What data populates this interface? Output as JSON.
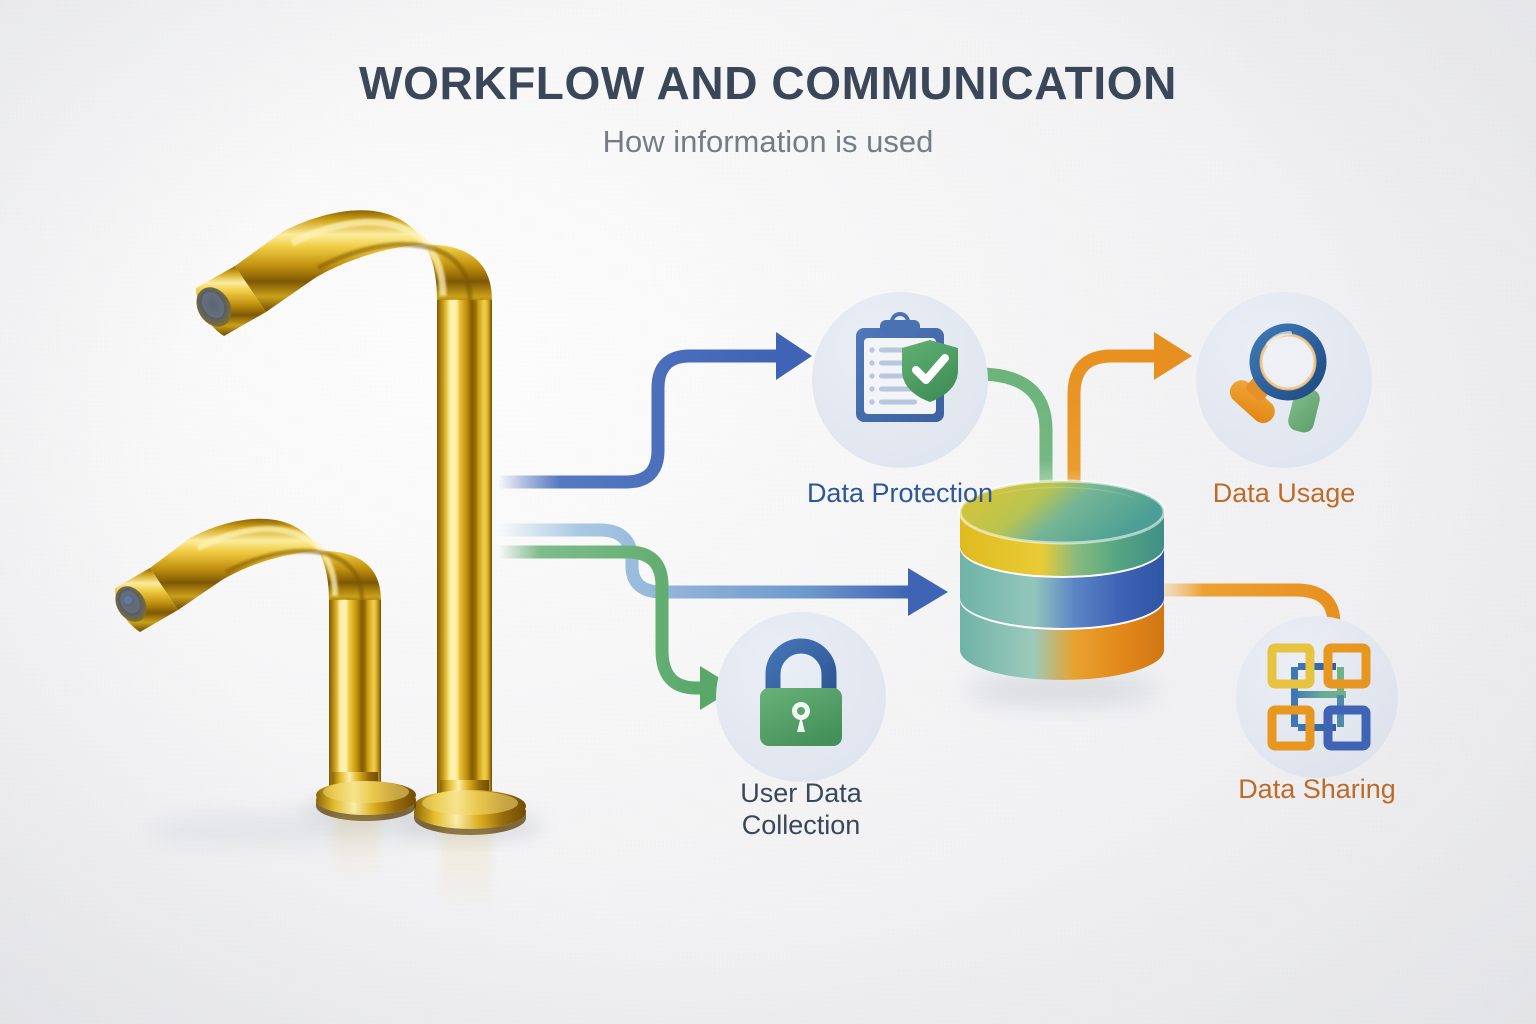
{
  "header": {
    "title": "WORKFLOW AND COMMUNICATION",
    "subtitle": "How information is used",
    "title_color": "#3a4759",
    "subtitle_color": "#767c85"
  },
  "palette": {
    "background": "#f4f4f5",
    "circle_fill": "#e2e7f0",
    "blue": "#3f63b5",
    "light_blue": "#8fb4d9",
    "green": "#5aa86a",
    "orange": "#e8901f",
    "yellow": "#e8c22e",
    "teal": "#6bb3a5",
    "gold": "#d8a91a",
    "navy_text": "#2d5699",
    "orange_text": "#c06a28",
    "slate_text": "#3a4759"
  },
  "nodes": [
    {
      "id": "data-protection",
      "label": "Data Protection",
      "icon": "clipboard-shield-check-icon",
      "label_color": "#2d5699"
    },
    {
      "id": "data-usage",
      "label": "Data Usage",
      "icon": "magnifying-glass-icon",
      "label_color": "#c06a28"
    },
    {
      "id": "user-data-collection",
      "label": "User Data\nCollection",
      "icon": "padlock-icon",
      "label_color": "#3a4759"
    },
    {
      "id": "data-sharing",
      "label": "Data Sharing",
      "icon": "network-nodes-icon",
      "label_color": "#c06a28"
    },
    {
      "id": "database",
      "label": "",
      "icon": "database-cylinder-icon",
      "label_color": ""
    }
  ],
  "connectors": [
    {
      "id": "faucet-to-data-protection",
      "color": "#3f63b5",
      "from": "faucet",
      "to": "data-protection"
    },
    {
      "id": "faucet-to-database",
      "color": "#8fb4d9",
      "from": "faucet",
      "to": "database"
    },
    {
      "id": "faucet-to-user-data-collection",
      "color": "#5aa86a",
      "from": "faucet",
      "to": "user-data-collection"
    },
    {
      "id": "data-protection-to-database",
      "color": "#5aa86a",
      "from": "data-protection",
      "to": "database"
    },
    {
      "id": "database-to-data-usage",
      "color": "#e8901f",
      "from": "database",
      "to": "data-usage"
    },
    {
      "id": "database-to-data-sharing",
      "color": "#e8901f",
      "from": "database",
      "to": "data-sharing"
    }
  ],
  "photo": {
    "subject": "two-gold-faucets",
    "description": "Polished gold gooseneck basin faucets on a white reflective surface"
  }
}
